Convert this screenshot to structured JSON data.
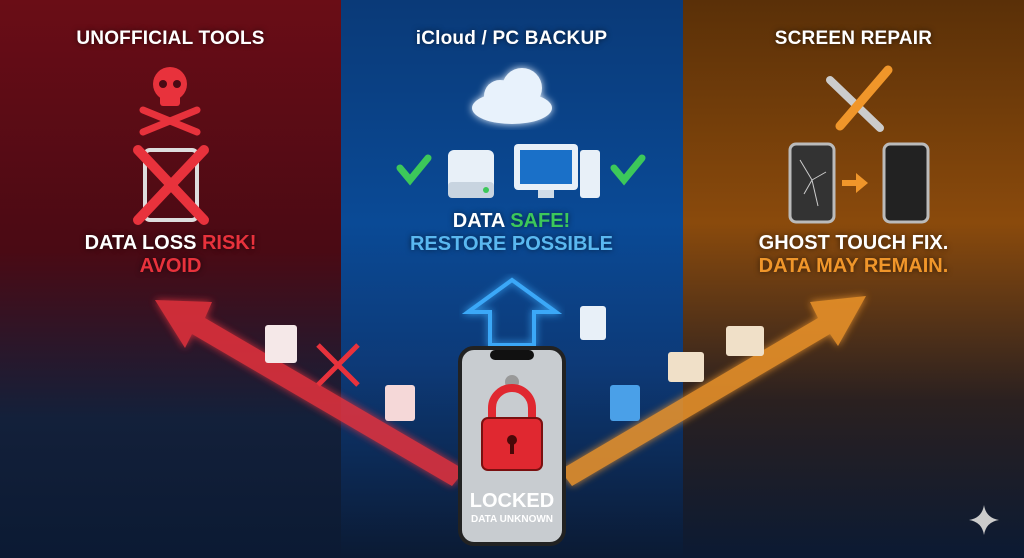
{
  "panels": [
    {
      "title": "UNOFFICIAL TOOLS",
      "caption_a": "DATA LOSS ",
      "caption_b": "RISK!",
      "caption_c": "AVOID",
      "color": "#e8323c"
    },
    {
      "title": "iCloud / PC BACKUP",
      "caption_a": "DATA ",
      "caption_b": "SAFE!",
      "caption_c": "RESTORE POSSIBLE",
      "color": "#3aa0e8"
    },
    {
      "title": "SCREEN REPAIR",
      "caption_a": "GHOST TOUCH FIX.",
      "caption_c": "DATA MAY REMAIN.",
      "color": "#f0962a"
    }
  ],
  "phone": {
    "status": "LOCKED",
    "substatus": "DATA UNKNOWN"
  },
  "colors": {
    "safe_green": "#3cc85a",
    "risk_red": "#e8323c",
    "orange": "#f0962a",
    "blue": "#5ab8f0"
  }
}
